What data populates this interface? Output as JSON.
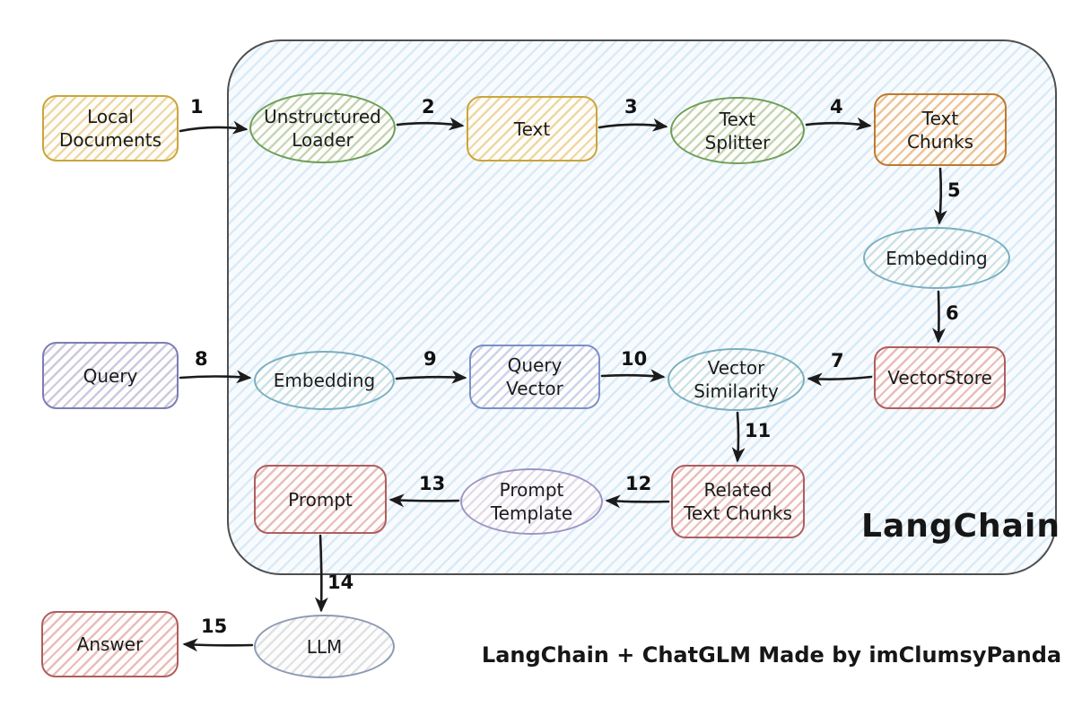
{
  "diagram": {
    "frame_label": "LangChain",
    "caption": "LangChain + ChatGLM Made by imClumsyPanda",
    "colors": {
      "frame_border": "#4f4f4f",
      "frame_hatch": "#93c5e2",
      "arrow": "#1b1b1b",
      "background": "#ffffff"
    }
  },
  "nodes": {
    "local_documents": {
      "label": "Local\nDocuments",
      "shape": "rectangle",
      "color": "#c9a63c"
    },
    "unstructured_loader": {
      "label": "Unstructured\nLoader",
      "shape": "ellipse",
      "color": "#6f9e58"
    },
    "text": {
      "label": "Text",
      "shape": "rectangle",
      "color": "#c9a63c"
    },
    "text_splitter": {
      "label": "Text\nSplitter",
      "shape": "ellipse",
      "color": "#6f9e58"
    },
    "text_chunks": {
      "label": "Text\nChunks",
      "shape": "rectangle",
      "color": "#bd7a2e"
    },
    "embedding_docs": {
      "label": "Embedding",
      "shape": "ellipse",
      "color": "#79afc0"
    },
    "vectorstore": {
      "label": "VectorStore",
      "shape": "rectangle",
      "color": "#b05e5e"
    },
    "query": {
      "label": "Query",
      "shape": "rectangle",
      "color": "#7d7db3"
    },
    "embedding_query": {
      "label": "Embedding",
      "shape": "ellipse",
      "color": "#79afc0"
    },
    "query_vector": {
      "label": "Query\nVector",
      "shape": "rectangle",
      "color": "#7b90c7"
    },
    "vector_similarity": {
      "label": "Vector\nSimilarity",
      "shape": "ellipse",
      "color": "#79afc0"
    },
    "related_text_chunks": {
      "label": "Related\nText Chunks",
      "shape": "rectangle",
      "color": "#b05e5e"
    },
    "prompt_template": {
      "label": "Prompt\nTemplate",
      "shape": "ellipse",
      "color": "#9c95c6"
    },
    "prompt": {
      "label": "Prompt",
      "shape": "rectangle",
      "color": "#b05e5e"
    },
    "llm": {
      "label": "LLM",
      "shape": "ellipse",
      "color": "#8d9ab3"
    },
    "answer": {
      "label": "Answer",
      "shape": "rectangle",
      "color": "#b05e5e"
    }
  },
  "edges": [
    {
      "label": "1",
      "from": "local_documents",
      "to": "unstructured_loader"
    },
    {
      "label": "2",
      "from": "unstructured_loader",
      "to": "text"
    },
    {
      "label": "3",
      "from": "text",
      "to": "text_splitter"
    },
    {
      "label": "4",
      "from": "text_splitter",
      "to": "text_chunks"
    },
    {
      "label": "5",
      "from": "text_chunks",
      "to": "embedding_docs"
    },
    {
      "label": "6",
      "from": "embedding_docs",
      "to": "vectorstore"
    },
    {
      "label": "7",
      "from": "vectorstore",
      "to": "vector_similarity"
    },
    {
      "label": "8",
      "from": "query",
      "to": "embedding_query"
    },
    {
      "label": "9",
      "from": "embedding_query",
      "to": "query_vector"
    },
    {
      "label": "10",
      "from": "query_vector",
      "to": "vector_similarity"
    },
    {
      "label": "11",
      "from": "vector_similarity",
      "to": "related_text_chunks"
    },
    {
      "label": "12",
      "from": "related_text_chunks",
      "to": "prompt_template"
    },
    {
      "label": "13",
      "from": "prompt_template",
      "to": "prompt"
    },
    {
      "label": "14",
      "from": "prompt",
      "to": "llm"
    },
    {
      "label": "15",
      "from": "llm",
      "to": "answer"
    }
  ]
}
